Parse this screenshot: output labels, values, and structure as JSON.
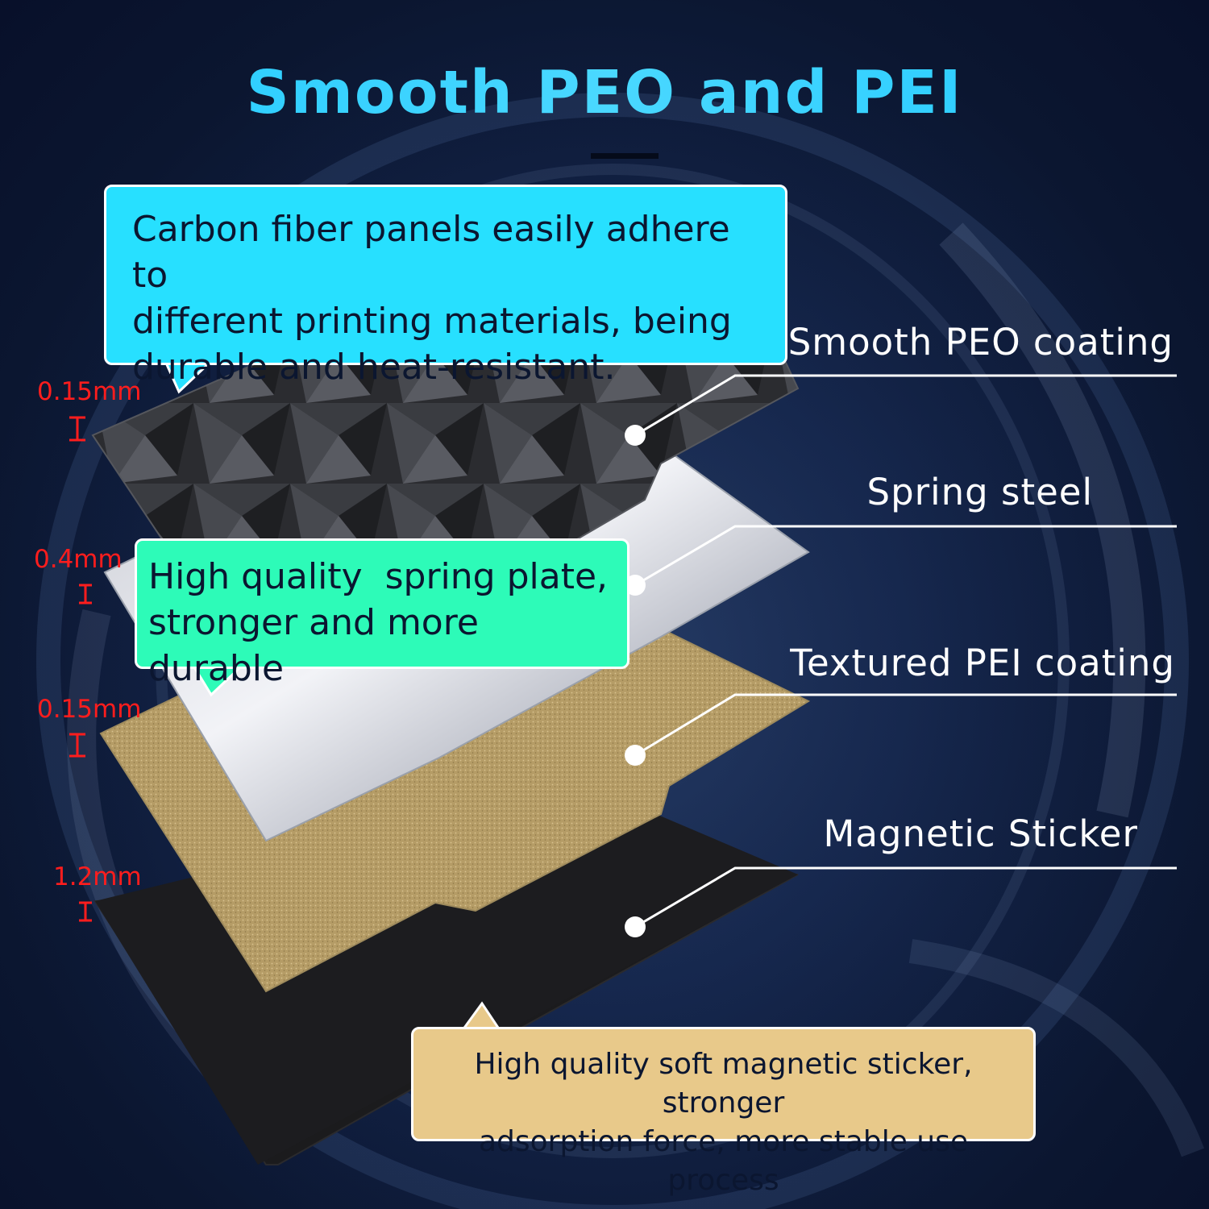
{
  "title": "Smooth PEO and PEI",
  "callouts": {
    "carbon": {
      "lines": [
        "Carbon fiber panels easily adhere to",
        "different printing materials, being",
        "durable and heat-resistant."
      ],
      "color": "#27e0ff"
    },
    "spring": {
      "lines": [
        "High quality  spring plate,",
        "stronger and more durable"
      ],
      "color": "#2dfbb8"
    },
    "magnet": {
      "lines": [
        "High quality soft magnetic sticker, stronger",
        "adsorption force, more stable use process"
      ],
      "color": "#e8c98a"
    }
  },
  "layers": [
    {
      "label": "Smooth PEO coating",
      "thickness": "0.15mm"
    },
    {
      "label": "Spring steel",
      "thickness": "0.4mm"
    },
    {
      "label": "Textured PEI coating",
      "thickness": "0.15mm"
    },
    {
      "label": "Magnetic Sticker",
      "thickness": "1.2mm"
    }
  ],
  "colors": {
    "title": "#2fd2ff",
    "thickness": "#ff1d1d",
    "background": "#0c1730"
  }
}
